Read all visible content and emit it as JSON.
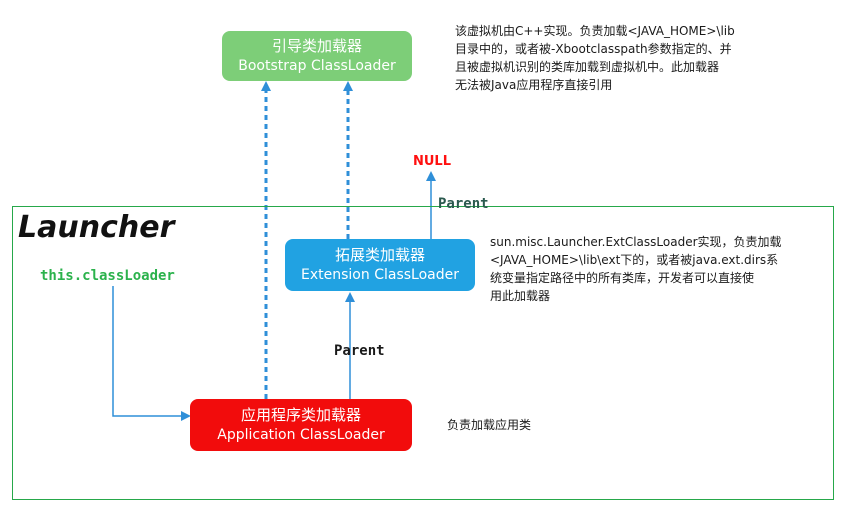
{
  "launcher": {
    "title": "Launcher"
  },
  "boxes": {
    "bootstrap": {
      "line1": "引导类加载器",
      "line2": "Bootstrap ClassLoader"
    },
    "extension": {
      "line1": "拓展类加载器",
      "line2": "Extension ClassLoader"
    },
    "application": {
      "line1": "应用程序类加载器",
      "line2": "Application ClassLoader"
    }
  },
  "notes": {
    "bootstrap": "该虚拟机由C++实现。负责加载<JAVA_HOME>\\lib\n目录中的，或者被-Xbootclasspath参数指定的、并\n且被虚拟机识别的类库加载到虚拟机中。此加载器\n无法被Java应用程序直接引用",
    "extension": "sun.misc.Launcher.ExtClassLoader实现，负责加载\n<JAVA_HOME>\\lib\\ext下的，或者被java.ext.dirs系\n统变量指定路径中的所有类库，开发者可以直接使\n用此加载器",
    "application": "负责加载应用类"
  },
  "labels": {
    "this_classloader": "this.classLoader",
    "parent_upper": "Parent",
    "parent_lower": "Parent",
    "null": "NULL"
  },
  "colors": {
    "bootstrap_box": "#7dce78",
    "extension_box": "#21a2e2",
    "application_box": "#f20c0c",
    "launcher_frame": "#26a84a",
    "arrow": "#2f8fd8",
    "null": "#ff1010"
  }
}
